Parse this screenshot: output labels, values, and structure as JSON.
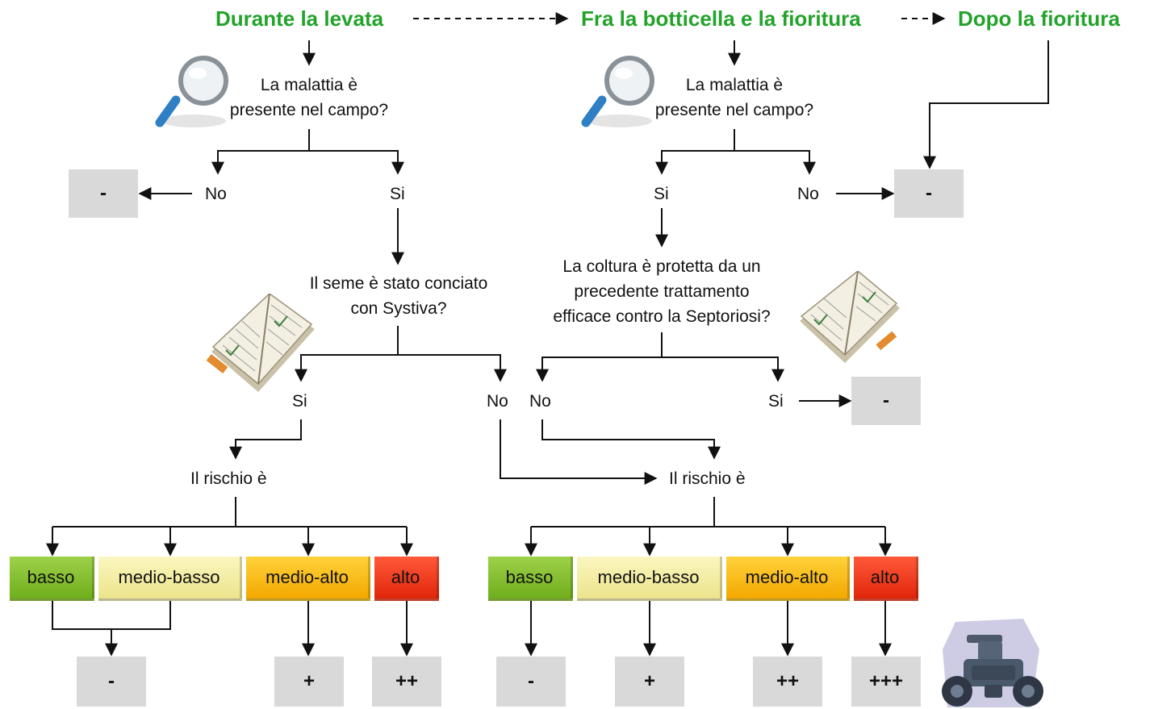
{
  "phases": {
    "levata": "Durante la levata",
    "botticella": "Fra la botticella e la fioritura",
    "dopo": "Dopo la fioritura"
  },
  "questions": {
    "malattia_line1": "La malattia è",
    "malattia_line2": "presente nel campo?",
    "seme_line1": "Il seme è stato conciato",
    "seme_line2": "con Systiva?",
    "coltura_line1": "La coltura è protetta da un",
    "coltura_line2": "precedente trattamento",
    "coltura_line3": "efficace contro la Septoriosi?"
  },
  "answers": {
    "no": "No",
    "si": "Si"
  },
  "risk_label": "Il rischio è",
  "risk_levels": {
    "basso": "basso",
    "medio_basso": "medio-basso",
    "medio_alto": "medio-alto",
    "alto": "alto"
  },
  "outcomes": {
    "none": "-",
    "plus1": "+",
    "plus2": "++",
    "plus3": "+++"
  },
  "colors": {
    "phase_green": "#22a32a",
    "basso": "#7dbd2a",
    "medio_basso": "#f3eda6",
    "medio_alto": "#f8b800",
    "alto": "#ee3a1a",
    "outcome_box": "#d9d9d9"
  },
  "icons": [
    "magnifier-icon",
    "magnifier-icon",
    "notebook-icon",
    "notebook-icon",
    "tractor-icon"
  ]
}
